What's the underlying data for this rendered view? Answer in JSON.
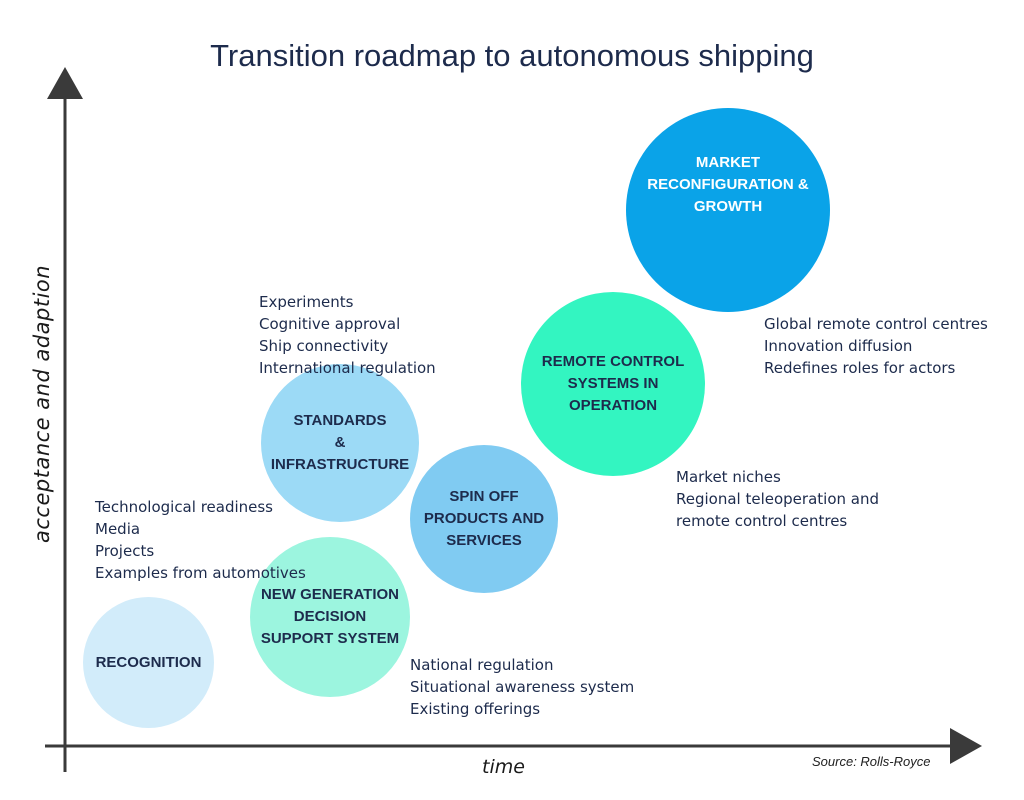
{
  "title": "Transition roadmap to autonomous shipping",
  "axes": {
    "y_label": "acceptance and adaption",
    "x_label": "time"
  },
  "source": "Source: Rolls-Royce",
  "stages": [
    {
      "id": "recognition",
      "label": "RECOGNITION",
      "color": "#d2ecfa",
      "text_color": "#1d2b4c"
    },
    {
      "id": "new-generation",
      "label": "NEW GENERATION\nDECISION\nSUPPORT SYSTEM",
      "color": "#9cf5df",
      "text_color": "#1d2b4c"
    },
    {
      "id": "standards",
      "label": "STANDARDS\n&\nINFRASTRUCTURE",
      "color": "#9cdaf6",
      "text_color": "#1d2b4c"
    },
    {
      "id": "spin-off",
      "label": "SPIN OFF\nPRODUCTS AND\nSERVICES",
      "color": "#80cbf2",
      "text_color": "#1d2b4c"
    },
    {
      "id": "remote-control",
      "label": "REMOTE CONTROL\nSYSTEMS IN\nOPERATION",
      "color": "#33f5c1",
      "text_color": "#1d2b4c"
    },
    {
      "id": "market",
      "label": "MARKET\nRECONFIGURATION &\nGROWTH",
      "color": "#0aa3e8",
      "text_color": "#ffffff"
    }
  ],
  "note_groups": [
    {
      "id": "recognition-notes",
      "lines": [
        "Technological readiness",
        "Media",
        "Projects",
        "Examples from automotives"
      ]
    },
    {
      "id": "standards-notes",
      "lines": [
        "Experiments",
        "Cognitive approval",
        "Ship connectivity",
        "International regulation"
      ]
    },
    {
      "id": "new-generation-notes",
      "lines": [
        "National regulation",
        "Situational awareness system",
        "Existing offerings"
      ]
    },
    {
      "id": "remote-control-notes",
      "lines": [
        "Market niches",
        "Regional teleoperation and",
        "remote control centres"
      ]
    },
    {
      "id": "market-notes",
      "lines": [
        "Global remote control centres",
        "Innovation diffusion",
        "Redefines roles for actors"
      ]
    }
  ],
  "colors": {
    "axis": "#3a3a3a",
    "text": "#1d2b4c"
  }
}
